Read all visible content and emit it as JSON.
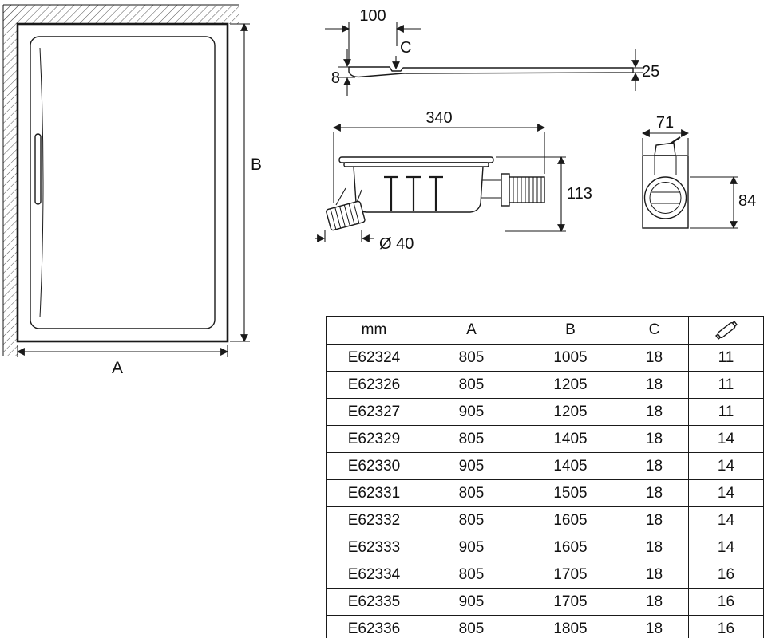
{
  "plan_view": {
    "dim_width_label": "A",
    "dim_height_label": "B"
  },
  "edge_profile_view": {
    "dim_top": "100",
    "dim_drain_depth": "C",
    "dim_edge_thickness": "8",
    "dim_end_thickness": "25"
  },
  "waste_side_view": {
    "dim_length": "340",
    "dim_height": "113",
    "dim_outlet_diameter": "Ø 40"
  },
  "waste_end_view": {
    "dim_width": "71",
    "dim_height": "84"
  },
  "spec_table": {
    "columns": {
      "unit": "mm",
      "a": "A",
      "b": "B",
      "c": "C",
      "weight_icon": "weight-icon"
    },
    "rows": [
      {
        "code": "E62324",
        "a": "805",
        "b": "1005",
        "c": "18",
        "weight": "11"
      },
      {
        "code": "E62326",
        "a": "805",
        "b": "1205",
        "c": "18",
        "weight": "11"
      },
      {
        "code": "E62327",
        "a": "905",
        "b": "1205",
        "c": "18",
        "weight": "11"
      },
      {
        "code": "E62329",
        "a": "805",
        "b": "1405",
        "c": "18",
        "weight": "14"
      },
      {
        "code": "E62330",
        "a": "905",
        "b": "1405",
        "c": "18",
        "weight": "14"
      },
      {
        "code": "E62331",
        "a": "805",
        "b": "1505",
        "c": "18",
        "weight": "14"
      },
      {
        "code": "E62332",
        "a": "805",
        "b": "1605",
        "c": "18",
        "weight": "14"
      },
      {
        "code": "E62333",
        "a": "905",
        "b": "1605",
        "c": "18",
        "weight": "14"
      },
      {
        "code": "E62334",
        "a": "805",
        "b": "1705",
        "c": "18",
        "weight": "16"
      },
      {
        "code": "E62335",
        "a": "905",
        "b": "1705",
        "c": "18",
        "weight": "16"
      },
      {
        "code": "E62336",
        "a": "805",
        "b": "1805",
        "c": "18",
        "weight": "16"
      }
    ]
  }
}
